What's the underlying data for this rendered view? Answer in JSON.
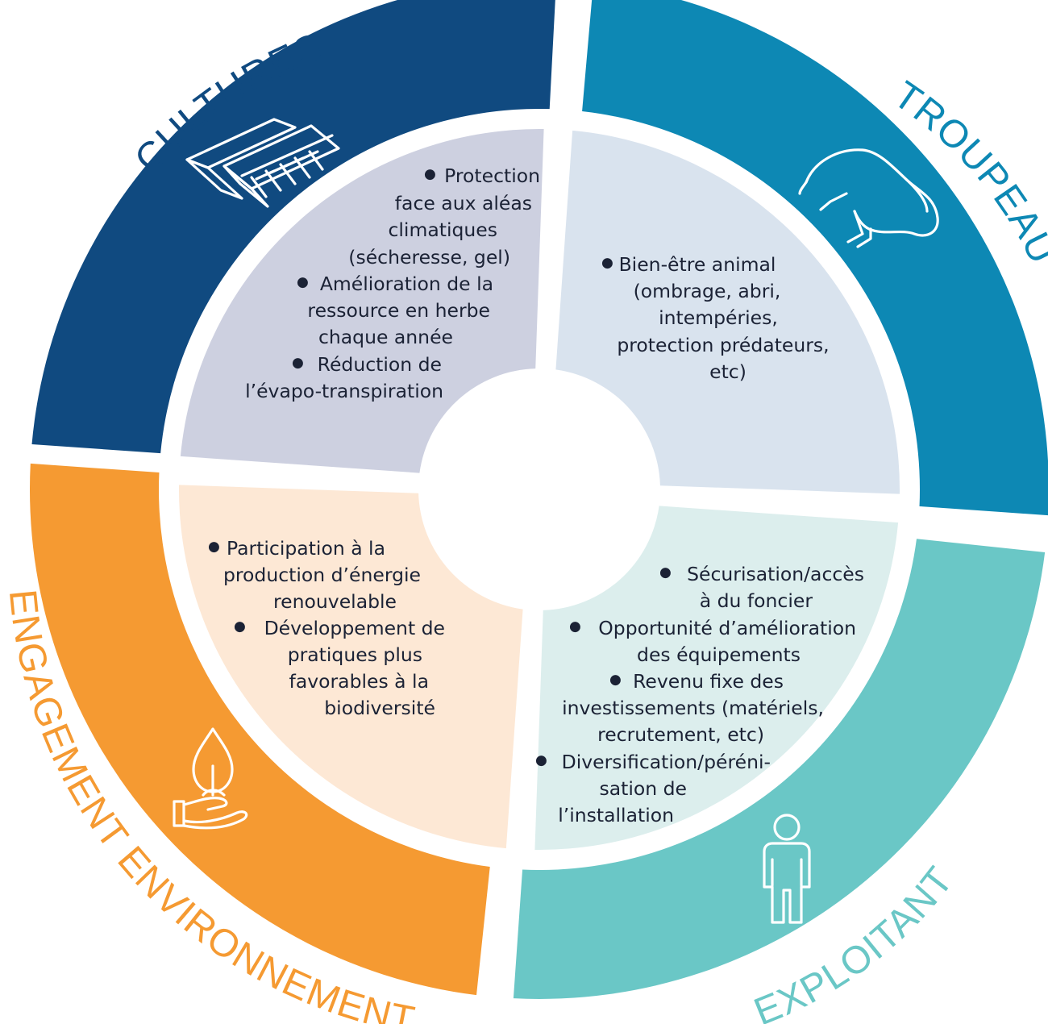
{
  "colors": {
    "cultures": "#104a80",
    "troupeau": "#0d88b4",
    "exploitant": "#6ac7c6",
    "engagement": "#f59a32",
    "cultures_inner": "#cdd0e0",
    "troupeau_inner": "#d9e3ee",
    "exploitant_inner": "#dceeed",
    "engagement_inner": "#fde8d5",
    "text": "#1b2235"
  },
  "segments": {
    "cultures": {
      "label": "CULTURES",
      "icon": "solar-panels-icon",
      "bullets": [
        "Protection",
        "face aux aléas",
        "climatiques",
        "(sécheresse, gel)",
        "Amélioration de la",
        "ressource en herbe",
        "chaque année",
        "Réduction de",
        "l’évapo-transpiration"
      ]
    },
    "troupeau": {
      "label": "TROUPEAU",
      "icon": "sheep-icon",
      "bullets": [
        "Bien-être animal",
        "(ombrage, abri,",
        "intempéries,",
        "protection prédateurs,",
        "etc)"
      ]
    },
    "exploitant": {
      "label": "EXPLOITANT",
      "icon": "person-icon",
      "bullets": [
        "Sécurisation/accès",
        "à du foncier",
        "Opportunité d’amélioration",
        "des équipements",
        "Revenu fixe des",
        "investissements (matériels,",
        "recrutement, etc)",
        "Diversification/péréni-",
        "sation de",
        "l’installation"
      ]
    },
    "engagement": {
      "label": "ENGAGEMENT ENVIRONNEMENTAL",
      "icon": "hand-plant-icon",
      "bullets": [
        "Participation à la",
        "production d’énergie",
        "renouvelable",
        "Développement de",
        "pratiques plus",
        "favorables à la",
        "biodiversité"
      ]
    }
  }
}
